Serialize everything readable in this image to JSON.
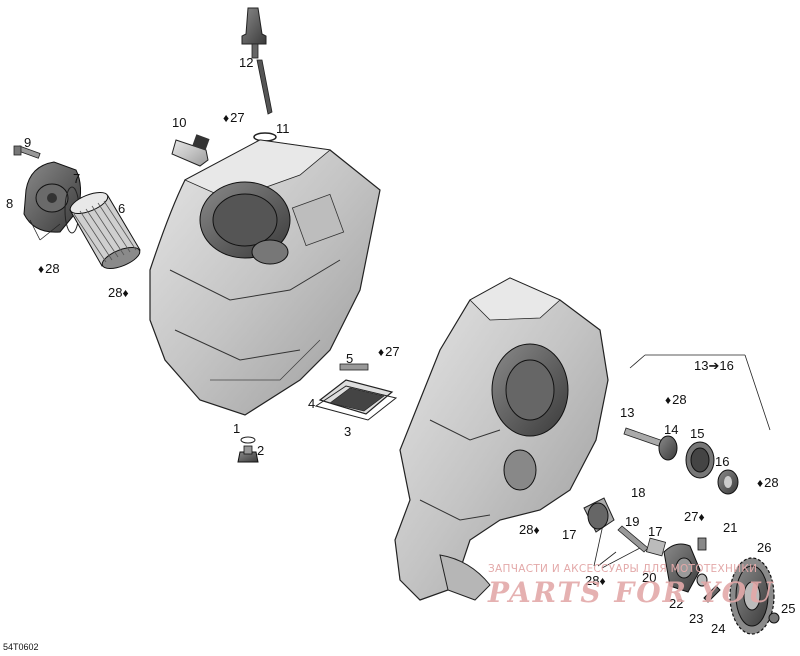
{
  "figure_id": "54T0602",
  "watermark": {
    "caption": "ЗАПЧАСТИ И АКСЕССУАРЫ ДЛЯ МОТОТЕХНИКИ",
    "logo": "PARTS FOR YOU"
  },
  "lubricant_mark": "♦",
  "callouts": [
    {
      "id": "c12",
      "text": "12"
    },
    {
      "id": "c9",
      "text": "9"
    },
    {
      "id": "c10",
      "text": "10"
    },
    {
      "id": "c27a",
      "text": "27"
    },
    {
      "id": "c11",
      "text": "11"
    },
    {
      "id": "c7",
      "text": "7"
    },
    {
      "id": "c8",
      "text": "8"
    },
    {
      "id": "c6",
      "text": "6"
    },
    {
      "id": "c28a",
      "text": "28"
    },
    {
      "id": "c28b",
      "text": "28"
    },
    {
      "id": "c13_16",
      "text": "13➔16"
    },
    {
      "id": "c5",
      "text": "5"
    },
    {
      "id": "c27b",
      "text": "27"
    },
    {
      "id": "c4",
      "text": "4"
    },
    {
      "id": "c3",
      "text": "3"
    },
    {
      "id": "c1",
      "text": "1"
    },
    {
      "id": "c2",
      "text": "2"
    },
    {
      "id": "c28c",
      "text": "28"
    },
    {
      "id": "c13",
      "text": "13"
    },
    {
      "id": "c14",
      "text": "14"
    },
    {
      "id": "c15",
      "text": "15"
    },
    {
      "id": "c16",
      "text": "16"
    },
    {
      "id": "c28d",
      "text": "28"
    },
    {
      "id": "c18",
      "text": "18"
    },
    {
      "id": "c19",
      "text": "19"
    },
    {
      "id": "c17a",
      "text": "17"
    },
    {
      "id": "c17b",
      "text": "17"
    },
    {
      "id": "c28e",
      "text": "28"
    },
    {
      "id": "c28f",
      "text": "28"
    },
    {
      "id": "c27c",
      "text": "27"
    },
    {
      "id": "c21",
      "text": "21"
    },
    {
      "id": "c26",
      "text": "26"
    },
    {
      "id": "c20",
      "text": "20"
    },
    {
      "id": "c22",
      "text": "22"
    },
    {
      "id": "c23",
      "text": "23"
    },
    {
      "id": "c24",
      "text": "24"
    },
    {
      "id": "c25",
      "text": "25"
    }
  ]
}
